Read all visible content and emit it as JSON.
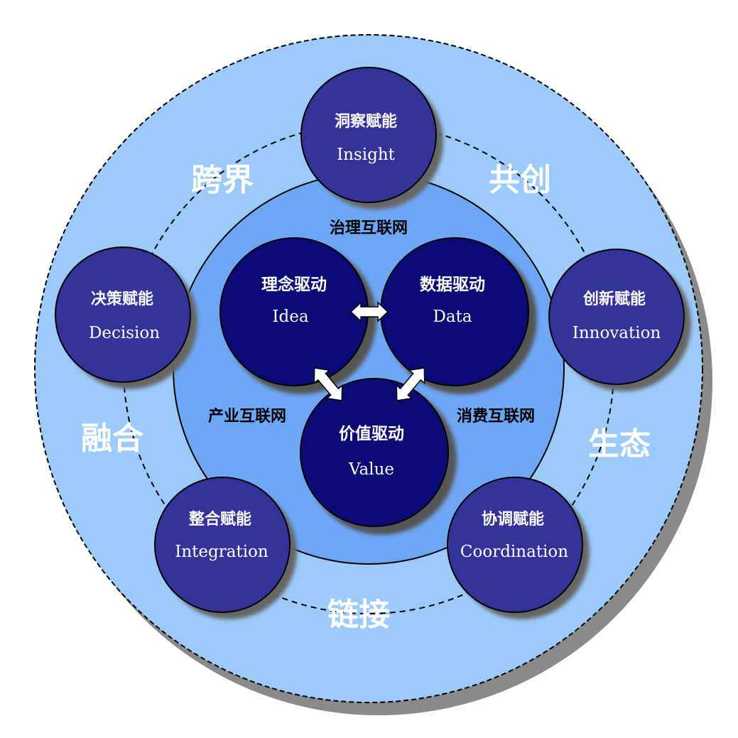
{
  "colors": {
    "outer_ring": "#9ccbfb",
    "middle_disc": "#5b9cf2",
    "inner_ring": "#6da7f5",
    "outer_node": "#333399",
    "core_node": "#0b0b78",
    "white_text": "#ffffff",
    "dark_text": "#000000"
  },
  "core_nodes": [
    {
      "cn": "理念驱动",
      "en": "Idea"
    },
    {
      "cn": "数据驱动",
      "en": "Data"
    },
    {
      "cn": "价值驱动",
      "en": "Value"
    }
  ],
  "internet_labels": {
    "top": "治理互联网",
    "left": "产业互联网",
    "right": "消费互联网"
  },
  "outer_nodes": [
    {
      "cn": "洞察赋能",
      "en": "Insight"
    },
    {
      "cn": "创新赋能",
      "en": "Innovation"
    },
    {
      "cn": "协调赋能",
      "en": "Coordination"
    },
    {
      "cn": "整合赋能",
      "en": "Integration"
    },
    {
      "cn": "决策赋能",
      "en": "Decision"
    }
  ],
  "ring_words": [
    {
      "text": "跨界"
    },
    {
      "text": "共创"
    },
    {
      "text": "生态"
    },
    {
      "text": "链接"
    },
    {
      "text": "融合"
    }
  ]
}
